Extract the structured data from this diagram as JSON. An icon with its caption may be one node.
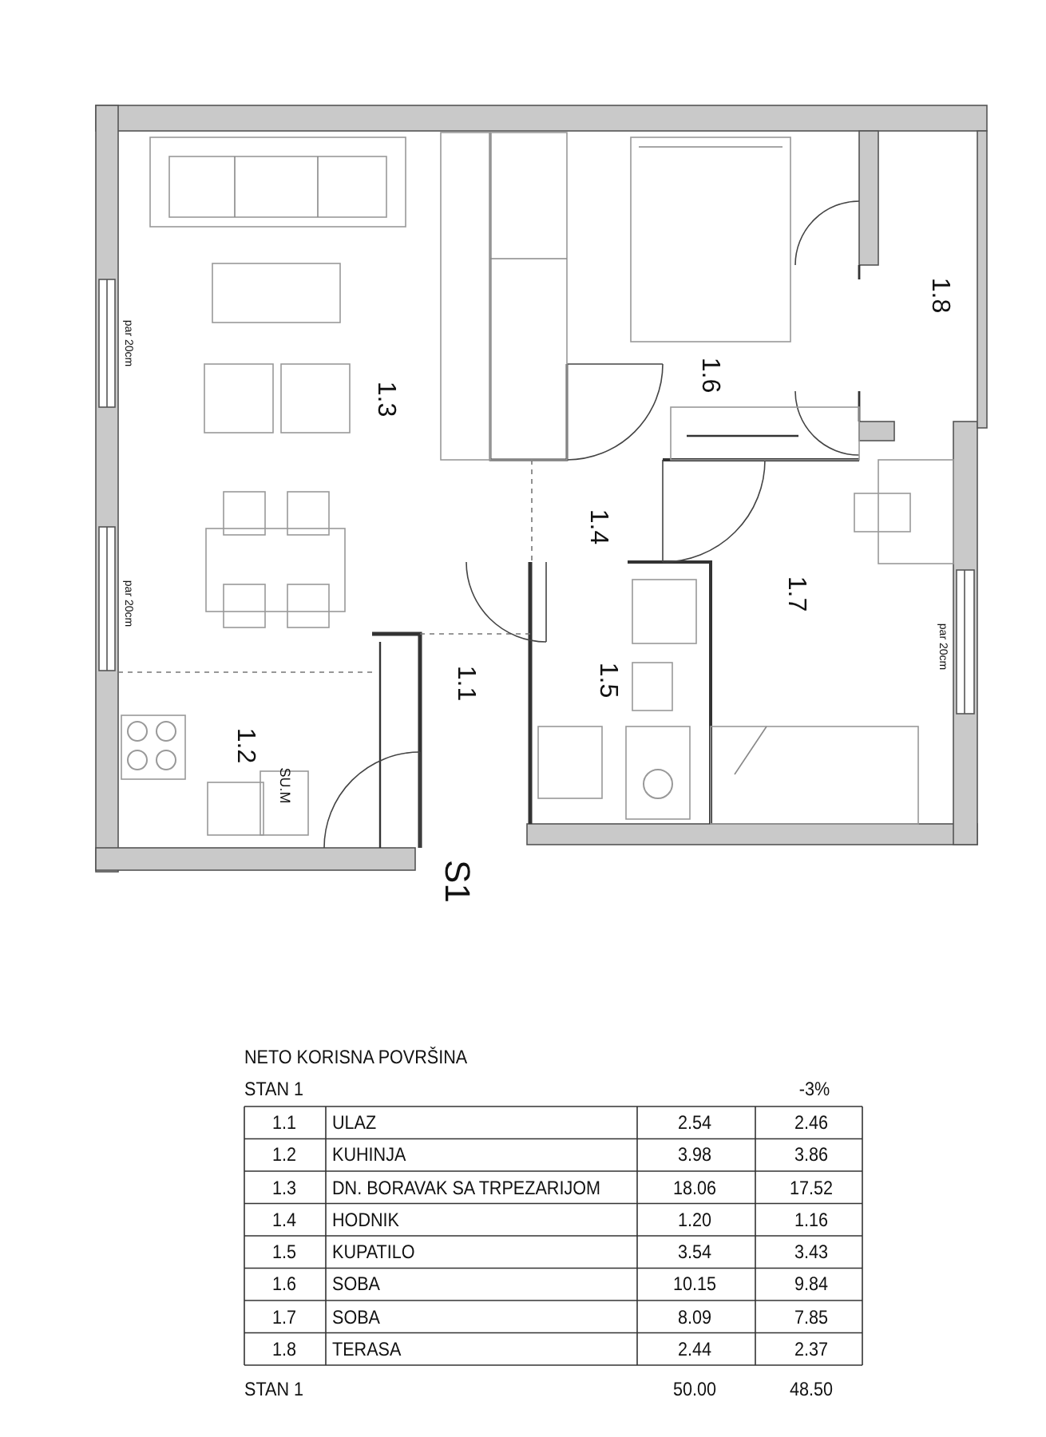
{
  "diagram": {
    "labels": [
      "1.8",
      "par 20cm",
      "1.6",
      "1.3",
      "1.4",
      "1.7",
      "par 20cm",
      "par 20cm",
      "1.1",
      "1.5",
      "1.2",
      "SU.M",
      "S1",
      "NETO KORISNA POVRŠINA",
      "STAN 1",
      "-3%",
      "1.1",
      "ULAZ",
      "2.54",
      "2.46",
      "1.2",
      "KUHINJA",
      "3.98",
      "3.86",
      "1.3",
      "DN. BORAVAK SA TRPEZARIJOM",
      "18.06",
      "17.52",
      "1.4",
      "HODNIK",
      "1.20",
      "1.16",
      "1.5",
      "KUPATILO",
      "3.54",
      "3.43",
      "1.6",
      "SOBA",
      "10.15",
      "9.84",
      "1.7",
      "SOBA",
      "8.09",
      "7.85",
      "1.8",
      "TERASA",
      "2.44",
      "2.37",
      "STAN 1",
      "50.00",
      "48.50"
    ]
  }
}
